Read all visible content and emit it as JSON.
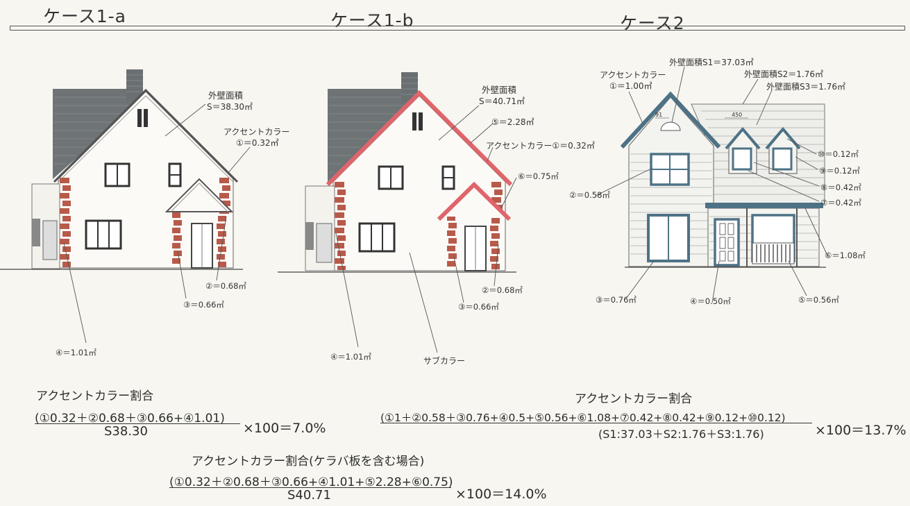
{
  "cases": {
    "case_1a": "ケース1-a",
    "case_1b": "ケース1-b",
    "case_2": "ケース2"
  },
  "case_1a": {
    "wall_area_label": "外壁面積",
    "wall_area_value": "S＝38.30㎡",
    "accent_label": "アクセントカラー",
    "accent_1": "①＝0.32㎡",
    "item_2": "②＝0.68㎡",
    "item_3": "③＝0.66㎡",
    "item_4": "④＝1.01㎡"
  },
  "case_1b": {
    "wall_area_label": "外壁面積",
    "wall_area_value": "S＝40.71㎡",
    "item_5": "⑤＝2.28㎡",
    "accent_1": "アクセントカラー①＝0.32㎡",
    "item_6": "⑥＝0.75㎡",
    "item_2": "②＝0.68㎡",
    "item_3": "③＝0.66㎡",
    "item_4": "④＝1.01㎡",
    "sub_color": "サブカラー"
  },
  "case_2": {
    "wall_s1": "外壁面積S1＝37.03㎡",
    "wall_s2": "外壁面積S2＝1.76㎡",
    "wall_s3": "外壁面積S3＝1.76㎡",
    "accent_label": "アクセントカラー",
    "accent_1": "①＝1.00㎡",
    "dim_left": "91",
    "dim_right": "450",
    "item_2": "②＝0.58㎡",
    "item_3": "③＝0.76㎡",
    "item_4": "④＝0.50㎡",
    "item_5": "⑤＝0.56㎡",
    "item_6": "⑥＝1.08㎡",
    "item_7": "⑦＝0.42㎡",
    "item_8": "⑧＝0.42㎡",
    "item_9": "⑨＝0.12㎡",
    "item_10": "⑩＝0.12㎡"
  },
  "formulas": {
    "case_1a": {
      "title": "アクセントカラー割合",
      "numerator": "(①0.32＋②0.68＋③0.66+④1.01)",
      "denominator": "S38.30",
      "result": "×100＝7.0%"
    },
    "case_1b": {
      "title": "アクセントカラー割合(ケラバ板を含む場合)",
      "numerator": "(①0.32＋②0.68＋③0.66+④1.01+⑤2.28+⑥0.75)",
      "denominator": "S40.71",
      "result": "×100＝14.0%"
    },
    "case_2": {
      "title": "アクセントカラー割合",
      "numerator": "(①1＋②0.58＋③0.76+④0.5+⑤0.56+⑥1.08+⑦0.42+⑧0.42+⑨0.12+⑩0.12)",
      "denominator": "(S1:37.03＋S2:1.76＋S3:1.76)",
      "result": "×100＝13.7%"
    }
  },
  "colors": {
    "accent_red": "#e0656b",
    "brick": "#b85a4a",
    "accent_blue": "#4d7286",
    "roof_gray": "#6e7476",
    "line": "#333333"
  }
}
